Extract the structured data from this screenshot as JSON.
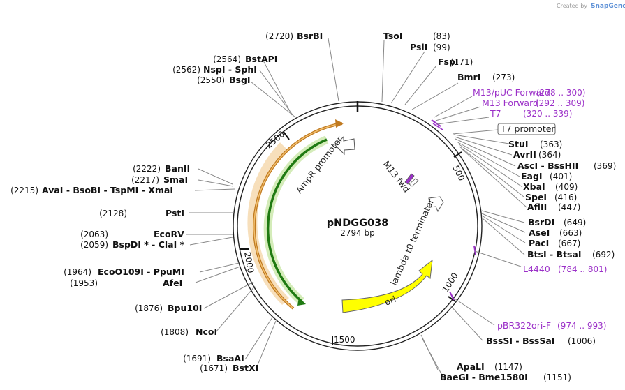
{
  "credit": {
    "prefix": "Created by",
    "brand": "SnapGene"
  },
  "plasmid": {
    "name": "pNDGG038",
    "length": "2794 bp"
  },
  "ruler": [
    "500",
    "1000",
    "1500",
    "2000",
    "2500"
  ],
  "features": {
    "ampr_promoter": "AmpR promoter",
    "m13_fwd": "M13 fwd",
    "lambda_t0": "lambda t0 terminator",
    "ori": "ori",
    "t7_promoter": "T7 promoter"
  },
  "sites_top": [
    {
      "pos": "(2720)",
      "name": "BsrBI"
    },
    {
      "pos": "(83)",
      "name": "TsoI"
    },
    {
      "pos": "(99)",
      "name": "PsiI"
    },
    {
      "pos": "(171)",
      "name": "FspI"
    },
    {
      "pos": "(273)",
      "name": "BmrI"
    }
  ],
  "sites_upper_left": [
    {
      "pos": "(2564)",
      "name": "BstAPI"
    },
    {
      "pos": "(2562)",
      "name": "NspI - SphI"
    },
    {
      "pos": "(2550)",
      "name": "BsgI"
    }
  ],
  "primers": [
    {
      "name": "M13/pUC Forward",
      "pos": "(278 .. 300)"
    },
    {
      "name": "M13 Forward",
      "pos": "(292 .. 309)"
    },
    {
      "name": "T7",
      "pos": "(320 .. 339)"
    },
    {
      "name": "L4440",
      "pos": "(784 .. 801)"
    },
    {
      "name": "pBR322ori-F",
      "pos": "(974 .. 993)"
    }
  ],
  "sites_right": [
    {
      "name": "StuI",
      "pos": "(363)"
    },
    {
      "name": "AvrII",
      "pos": "(364)"
    },
    {
      "name": "AscI - BssHII",
      "pos": "(369)"
    },
    {
      "name": "EagI",
      "pos": "(401)"
    },
    {
      "name": "XbaI",
      "pos": "(409)"
    },
    {
      "name": "SpeI",
      "pos": "(416)"
    },
    {
      "name": "AflII",
      "pos": "(447)"
    },
    {
      "name": "BsrDI",
      "pos": "(649)"
    },
    {
      "name": "AseI",
      "pos": "(663)"
    },
    {
      "name": "PacI",
      "pos": "(667)"
    },
    {
      "name": "BtsI - BtsaI",
      "pos": "(692)"
    },
    {
      "name": "BssSI - BssSaI",
      "pos": "(1006)"
    },
    {
      "name": "ApaLI",
      "pos": "(1147)"
    },
    {
      "name": "BaeGI - Bme1580I",
      "pos": "(1151)"
    }
  ],
  "sites_left": [
    {
      "pos": "(2222)",
      "name": "BanII"
    },
    {
      "pos": "(2217)",
      "name": "SmaI"
    },
    {
      "pos": "(2215)",
      "name": "AvaI - BsoBI - TspMI - XmaI"
    },
    {
      "pos": "(2128)",
      "name": "PstI"
    },
    {
      "pos": "(2063)",
      "name": "EcoRV"
    },
    {
      "pos": "(2059)",
      "name": "BspDI * - ClaI *"
    },
    {
      "pos": "(1964)",
      "name": "EcoO109I - PpuMI"
    },
    {
      "pos": "(1953)",
      "name": "AfeI"
    },
    {
      "pos": "(1876)",
      "name": "Bpu10I"
    },
    {
      "pos": "(1808)",
      "name": "NcoI"
    },
    {
      "pos": "(1691)",
      "name": "BsaAI"
    },
    {
      "pos": "(1671)",
      "name": "BstXI"
    }
  ]
}
